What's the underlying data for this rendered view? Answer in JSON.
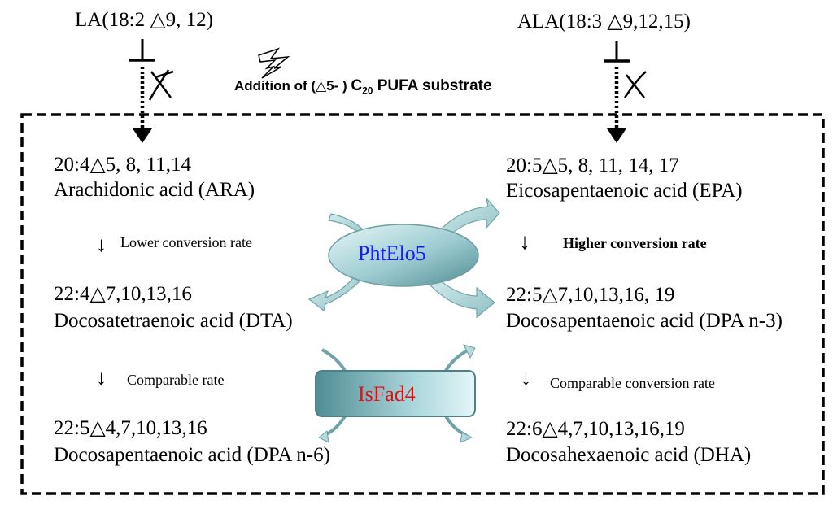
{
  "top": {
    "la_label": "LA(18:2 △9, 12)",
    "ala_label": "ALA(18:3 △9,12,15)",
    "addition_prefix": "Addition of  (△5- )",
    "addition_c": "C",
    "addition_sub": "20",
    "addition_suffix": " PUFA substrate"
  },
  "left": {
    "ara_formula": "20:4△5, 8, 11,14",
    "ara_name": "Arachidonic acid (ARA)",
    "step1_arrow": "↓",
    "step1_text": "Lower conversion rate",
    "dta_formula": "22:4△7,10,13,16",
    "dta_name": "Docosatetraenoic acid (DTA)",
    "step2_arrow": "↓",
    "step2_text": "Comparable rate",
    "dpa6_formula": "22:5△4,7,10,13,16",
    "dpa6_name": "Docosapentaenoic acid (DPA n-6)"
  },
  "right": {
    "epa_formula": "20:5△5, 8, 11, 14, 17",
    "epa_name": "Eicosapentaenoic acid (EPA)",
    "step1_arrow": "↓",
    "step1_text": "Higher conversion rate",
    "dpa3_formula": "22:5△7,10,13,16, 19",
    "dpa3_name": "Docosapentaenoic acid (DPA n-3)",
    "step2_arrow": "↓",
    "step2_text": "Comparable conversion rate",
    "dha_formula": "22:6△4,7,10,13,16,19",
    "dha_name": "Docosahexaenoic acid (DHA)"
  },
  "enzymes": {
    "elongase": "PhtElo5",
    "desaturase": "IsFad4"
  },
  "colors": {
    "elongase_text": "#1a1aff",
    "desaturase_text": "#e01010",
    "enzyme_fill_dark": "#5e9aa0",
    "enzyme_fill_light": "#e4f6f8",
    "arrow_fill": "#b7d8dc",
    "arrow_stroke": "#6fa3a8"
  }
}
